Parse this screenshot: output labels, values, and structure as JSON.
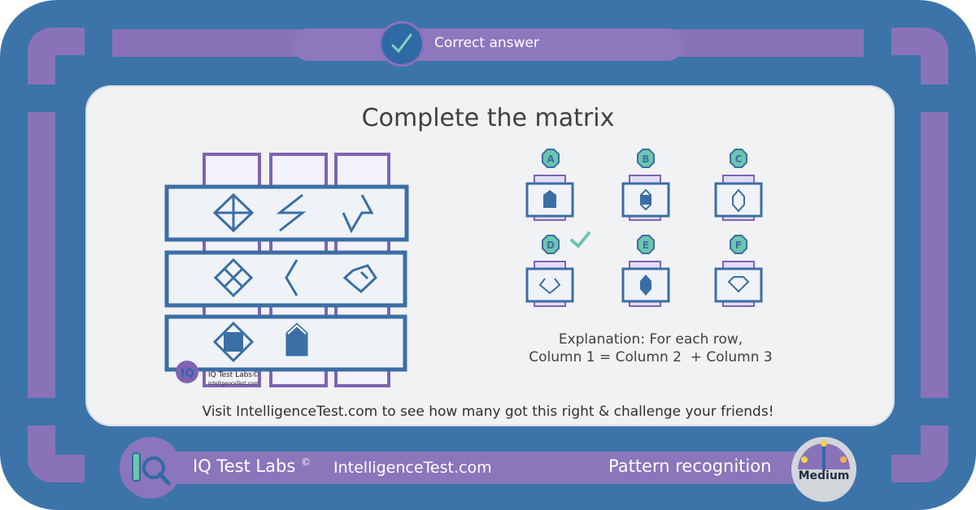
{
  "status": {
    "text": "Correct answer"
  },
  "puzzle": {
    "title": "Complete the matrix",
    "explanation_line1": "Explanation: For each row,",
    "explanation_line2": "Column 1 = Column 2  + Column 3",
    "watermark_brand": "IQ Test Labs©",
    "watermark_site": "IntelligenceTest.com"
  },
  "options": [
    {
      "letter": "A",
      "correct": false
    },
    {
      "letter": "B",
      "correct": false
    },
    {
      "letter": "C",
      "correct": false
    },
    {
      "letter": "D",
      "correct": true
    },
    {
      "letter": "E",
      "correct": false
    },
    {
      "letter": "F",
      "correct": false
    }
  ],
  "cta": {
    "text": "Visit IntelligenceTest.com to see how many got this right & challenge your friends!"
  },
  "footer": {
    "brand": "IQ Test Labs",
    "copyright": "©",
    "site": "IntelligenceTest.com",
    "category": "Pattern recognition",
    "difficulty": "Medium"
  },
  "colors": {
    "frame_blue": "#3c74aa",
    "lavender": "#8a72b8",
    "shape_blue": "#3b6ea5",
    "check_green": "#6cc6ae"
  }
}
